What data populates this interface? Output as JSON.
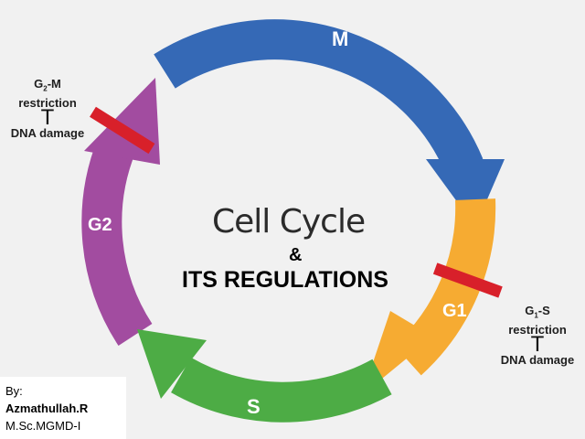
{
  "slide": {
    "title": "Cell Cycle",
    "ampersand": "&",
    "subtitle": "ITS REGULATIONS"
  },
  "phases": {
    "m": "M",
    "g1": "G1",
    "s": "S",
    "g2": "G2"
  },
  "colors": {
    "m": "#3569b6",
    "g1": "#f6ab32",
    "s": "#4dac45",
    "g2": "#a24ca0",
    "checkpoint": "#d8202a",
    "background": "#f1f1f1"
  },
  "g2m_checkpoint": {
    "phase_prefix": "G",
    "phase_sub": "2",
    "phase_suffix": "-M",
    "word": "restriction",
    "tee": "T",
    "damage": "DNA damage"
  },
  "g1s_checkpoint": {
    "phase_prefix": "G",
    "phase_sub": "1",
    "phase_suffix": "-S",
    "word": "restriction",
    "tee": "T",
    "damage": "DNA damage"
  },
  "author": {
    "by": "By:",
    "name": "Azmathullah.R",
    "degree": "M.Sc.MGMD-I"
  }
}
